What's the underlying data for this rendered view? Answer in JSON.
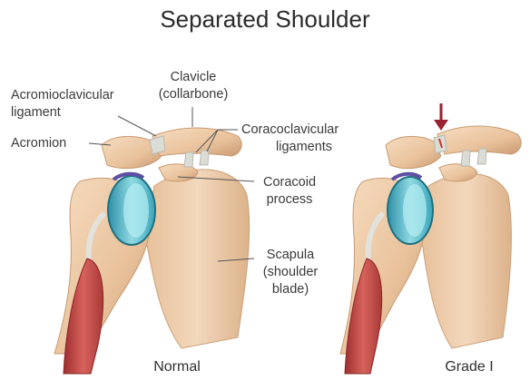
{
  "title": "Separated Shoulder",
  "labels": {
    "clavicle_line1": "Clavicle",
    "clavicle_line2": "(collarbone)",
    "acromioclavicular_line1": "Acromioclavicular",
    "acromioclavicular_line2": "ligament",
    "acromion": "Acromion",
    "coracoclavicular_line1": "Coracoclavicular",
    "coracoclavicular_line2": "ligaments",
    "coracoid_line1": "Coracoid",
    "coracoid_line2": "process",
    "scapula_line1": "Scapula",
    "scapula_line2": "(shoulder",
    "scapula_line3": "blade)"
  },
  "captions": {
    "normal": "Normal",
    "grade": "Grade I"
  },
  "colors": {
    "bone": "#edc9a4",
    "bone_shadow": "#c99a72",
    "cartilage": "#4fb8c9",
    "ligament": "#dcdcd6",
    "muscle": "#c44a47",
    "arrow": "#9b2230"
  }
}
